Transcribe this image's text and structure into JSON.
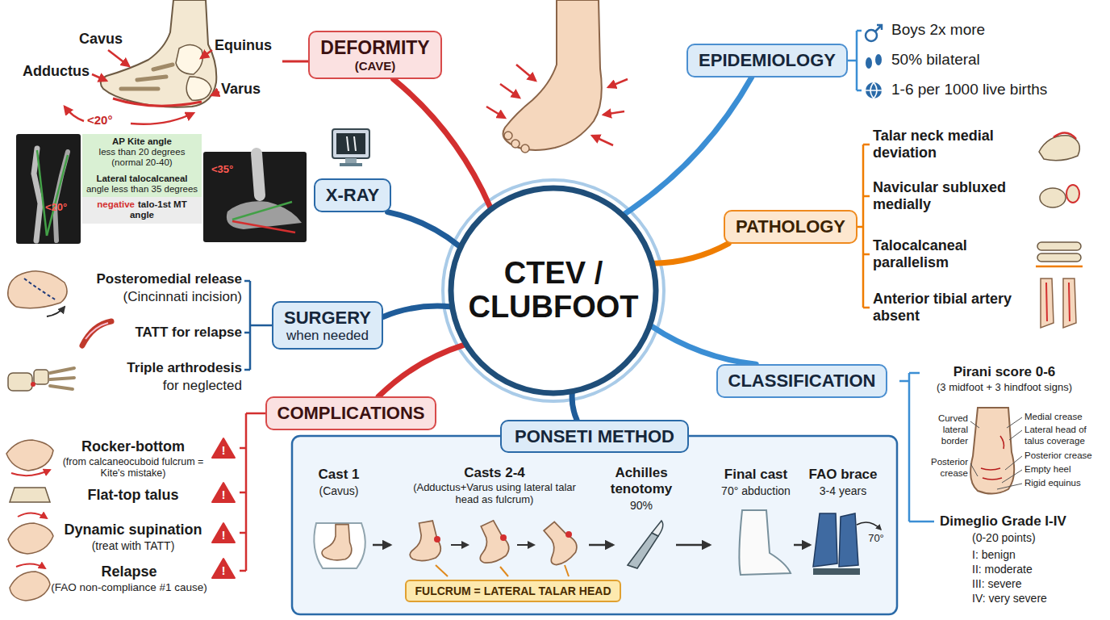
{
  "diagram": {
    "nodes": [
      {
        "text": [
          "CTEV / CLUBFOOT"
        ]
      },
      {
        "text": [
          "DEFORMITY",
          "(CAVE)"
        ]
      },
      {
        "text": [
          "EPIDEMIOLOGY"
        ]
      },
      {
        "text": [
          "X-RAY"
        ]
      },
      {
        "text": [
          "AP Kite angle",
          "less than 20 degrees (normal 20-40)"
        ]
      },
      {
        "text": [
          "Lateral talocalcaneal",
          "angle less than 35 degrees"
        ]
      },
      {
        "text": [
          "negative",
          "talo-1st MT angle"
        ]
      },
      {
        "text": [
          "PATHOLOGY"
        ]
      },
      {
        "text": [
          "SURGERY",
          "when needed"
        ]
      },
      {
        "text": [
          "CLASSIFICATION"
        ]
      },
      {
        "text": [
          "COMPLICATIONS"
        ]
      },
      {
        "text": [
          "PONSETI METHOD"
        ]
      },
      {
        "text": [
          "FULCRUM = LATERAL TALAR HEAD"
        ],
        "in": 11
      }
    ],
    "edges": [
      {
        "from": 0,
        "to": 1,
        "arrow": "none"
      },
      {
        "from": 0,
        "to": 2,
        "arrow": "none"
      },
      {
        "from": 0,
        "to": 3,
        "arrow": "none"
      },
      {
        "from": 0,
        "to": 7,
        "arrow": "none"
      },
      {
        "from": 0,
        "to": 8,
        "arrow": "none"
      },
      {
        "from": 0,
        "to": 9,
        "arrow": "none"
      },
      {
        "from": 0,
        "to": 10,
        "arrow": "none"
      },
      {
        "from": 0,
        "to": 11,
        "arrow": "none"
      }
    ],
    "labels": [
      "Cavus",
      "Equinus",
      "Adductus",
      "Varus",
      "<20°",
      "Boys 2x more",
      "50% bilateral",
      "1-6 per 1000 live births",
      "<20°",
      "<35°",
      "Talar neck medial deviation",
      "Navicular subluxed medially",
      "Talocalcaneal parallelism",
      "Anterior tibial artery absent",
      "Posteromedial release",
      "(Cincinnati incision)",
      "TATT for relapse",
      "Triple arthrodesis",
      "for neglected",
      "Pirani score 0-6",
      "(3 midfoot + 3 hindfoot signs)",
      "Curved lateral border",
      "Posterior crease",
      "Medial crease",
      "Lateral head of talus coverage",
      "Posterior crease",
      "Empty heel",
      "Rigid equinus",
      "Dimeglio Grade I-IV",
      "(0-20 points)",
      "I: benign",
      "II: moderate",
      "III: severe",
      "IV: very severe",
      "Rocker-bottom",
      "(from calcaneocuboid fulcrum = Kite's mistake)",
      "!",
      "Flat-top talus",
      "!",
      "Dynamic supination",
      "(treat with TATT)",
      "!",
      "Relapse",
      "(FAO non-compliance #1 cause)",
      "!",
      "Cast 1",
      "(Cavus)",
      "Casts 2-4",
      "(Adductus+Varus using lateral talar head as fulcrum)",
      "Achilles tenotomy",
      "90%",
      "Final cast",
      "70° abduction",
      "FAO brace",
      "3-4 years",
      "70°"
    ]
  }
}
